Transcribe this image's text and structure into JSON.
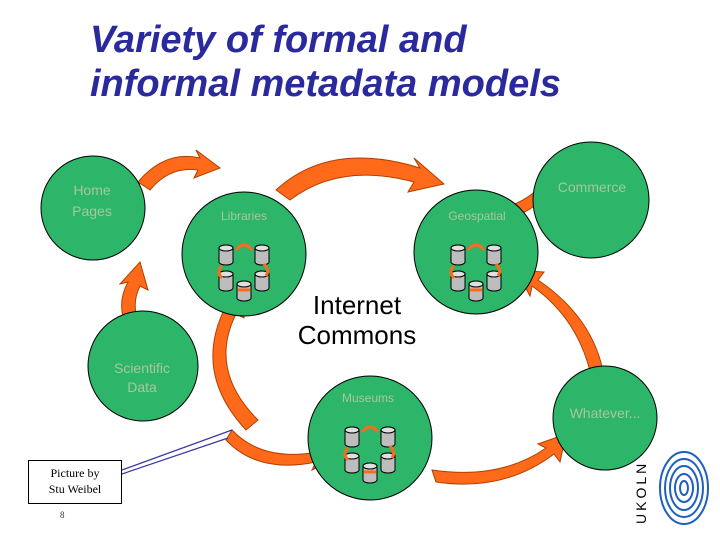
{
  "slide": {
    "title_line1": "Variety of formal and",
    "title_line2": "informal metadata models",
    "center_label_line1": "Internet",
    "center_label_line2": "Commons",
    "caption_line1": "Picture by",
    "caption_line2": "Stu Weibel",
    "page_number": "8"
  },
  "nodes": {
    "home_pages_line1": "Home",
    "home_pages_line2": "Pages",
    "commerce": "Commerce",
    "libraries": "Libraries",
    "geospatial": "Geospatial",
    "scientific_line1": "Scientific",
    "scientific_line2": "Data",
    "museums": "Museums",
    "whatever": "Whatever..."
  },
  "logo": {
    "text": "UKOLN"
  },
  "colors": {
    "title": "#2a2a9e",
    "circle_fill": "#2db56a",
    "arrow_fill": "#ff6a1a",
    "label_color": "#a8c89a",
    "logo_blue": "#1f5fbf"
  }
}
